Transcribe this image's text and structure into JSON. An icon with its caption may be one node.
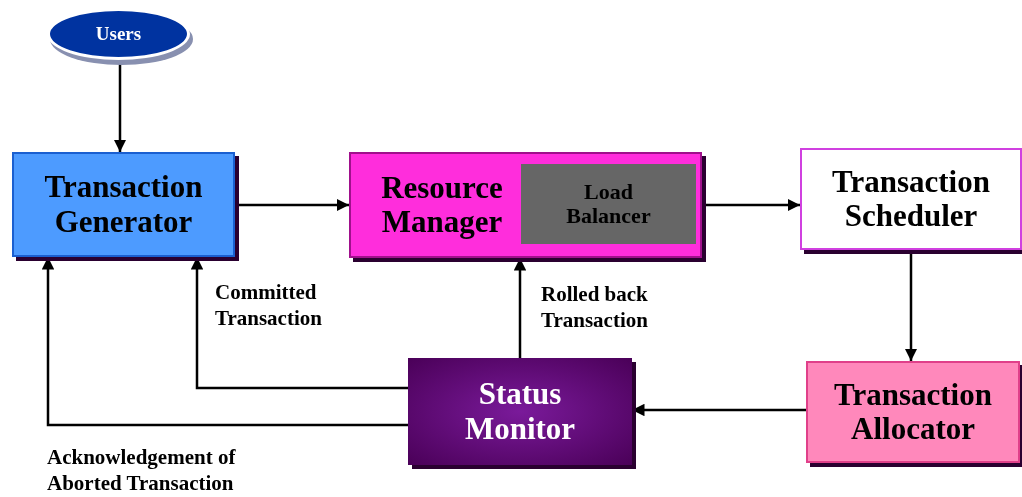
{
  "diagram": {
    "nodes": [
      {
        "text": [
          "Users"
        ]
      },
      {
        "text": [
          "Transaction Generator"
        ]
      },
      {
        "text": [
          "Resource Manager"
        ]
      },
      {
        "text": [
          "Load Balancer"
        ],
        "in": 2
      },
      {
        "text": [
          "Transaction Scheduler"
        ]
      },
      {
        "text": [
          "Status Monitor"
        ]
      },
      {
        "text": [
          "Transaction Allocator"
        ]
      }
    ],
    "edges": [
      {
        "from": 0,
        "to": 1,
        "arrow": "to"
      },
      {
        "from": 1,
        "to": 2,
        "arrow": "to"
      },
      {
        "from": 2,
        "to": 4,
        "arrow": "to"
      },
      {
        "from": 4,
        "to": 6,
        "arrow": "to"
      },
      {
        "from": 6,
        "to": 5,
        "arrow": "to"
      },
      {
        "from": 5,
        "to": 2,
        "arrow": "to",
        "label": "Rolled back Transaction"
      },
      {
        "from": 5,
        "to": 1,
        "arrow": "to",
        "label": "Committed Transaction"
      },
      {
        "from": 5,
        "to": 1,
        "arrow": "to",
        "label": "Acknowledgement of Aborted Transaction"
      }
    ]
  }
}
